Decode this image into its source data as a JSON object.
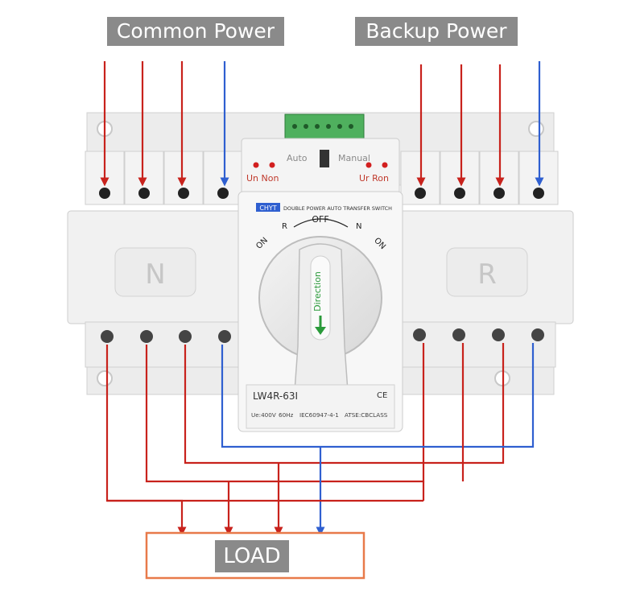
{
  "labels": {
    "common_power": "Common Power",
    "backup_power": "Backup Power",
    "load": "LOAD"
  },
  "device": {
    "brand": "CHYT",
    "title": "DOUBLE POWER AUTO TRANSFER SWITCH",
    "auto": "Auto",
    "manual": "Manual",
    "un_non": "Un Non",
    "ur_ron": "Ur Ron",
    "off": "OFF",
    "r_left": "R",
    "n_right": "N",
    "on_left": "ON",
    "on_right": "ON",
    "direction": "Direction",
    "side_n": "N",
    "side_r": "R",
    "model": "LW4R-63I",
    "ce": "CE",
    "spec_ue": "Ue:400V",
    "spec_hz": "60Hz",
    "spec_iec": "IEC60947-4-1",
    "spec_class": "ATSE:CBCLASS"
  },
  "colors": {
    "phase_wire": "#c8221c",
    "neutral_wire": "#2f5fd0",
    "load_box": "#e87a4a",
    "label_bg": "#8a8a8a",
    "direction_arrow": "#2a9a3a",
    "terminal_block": "#3aa552"
  }
}
